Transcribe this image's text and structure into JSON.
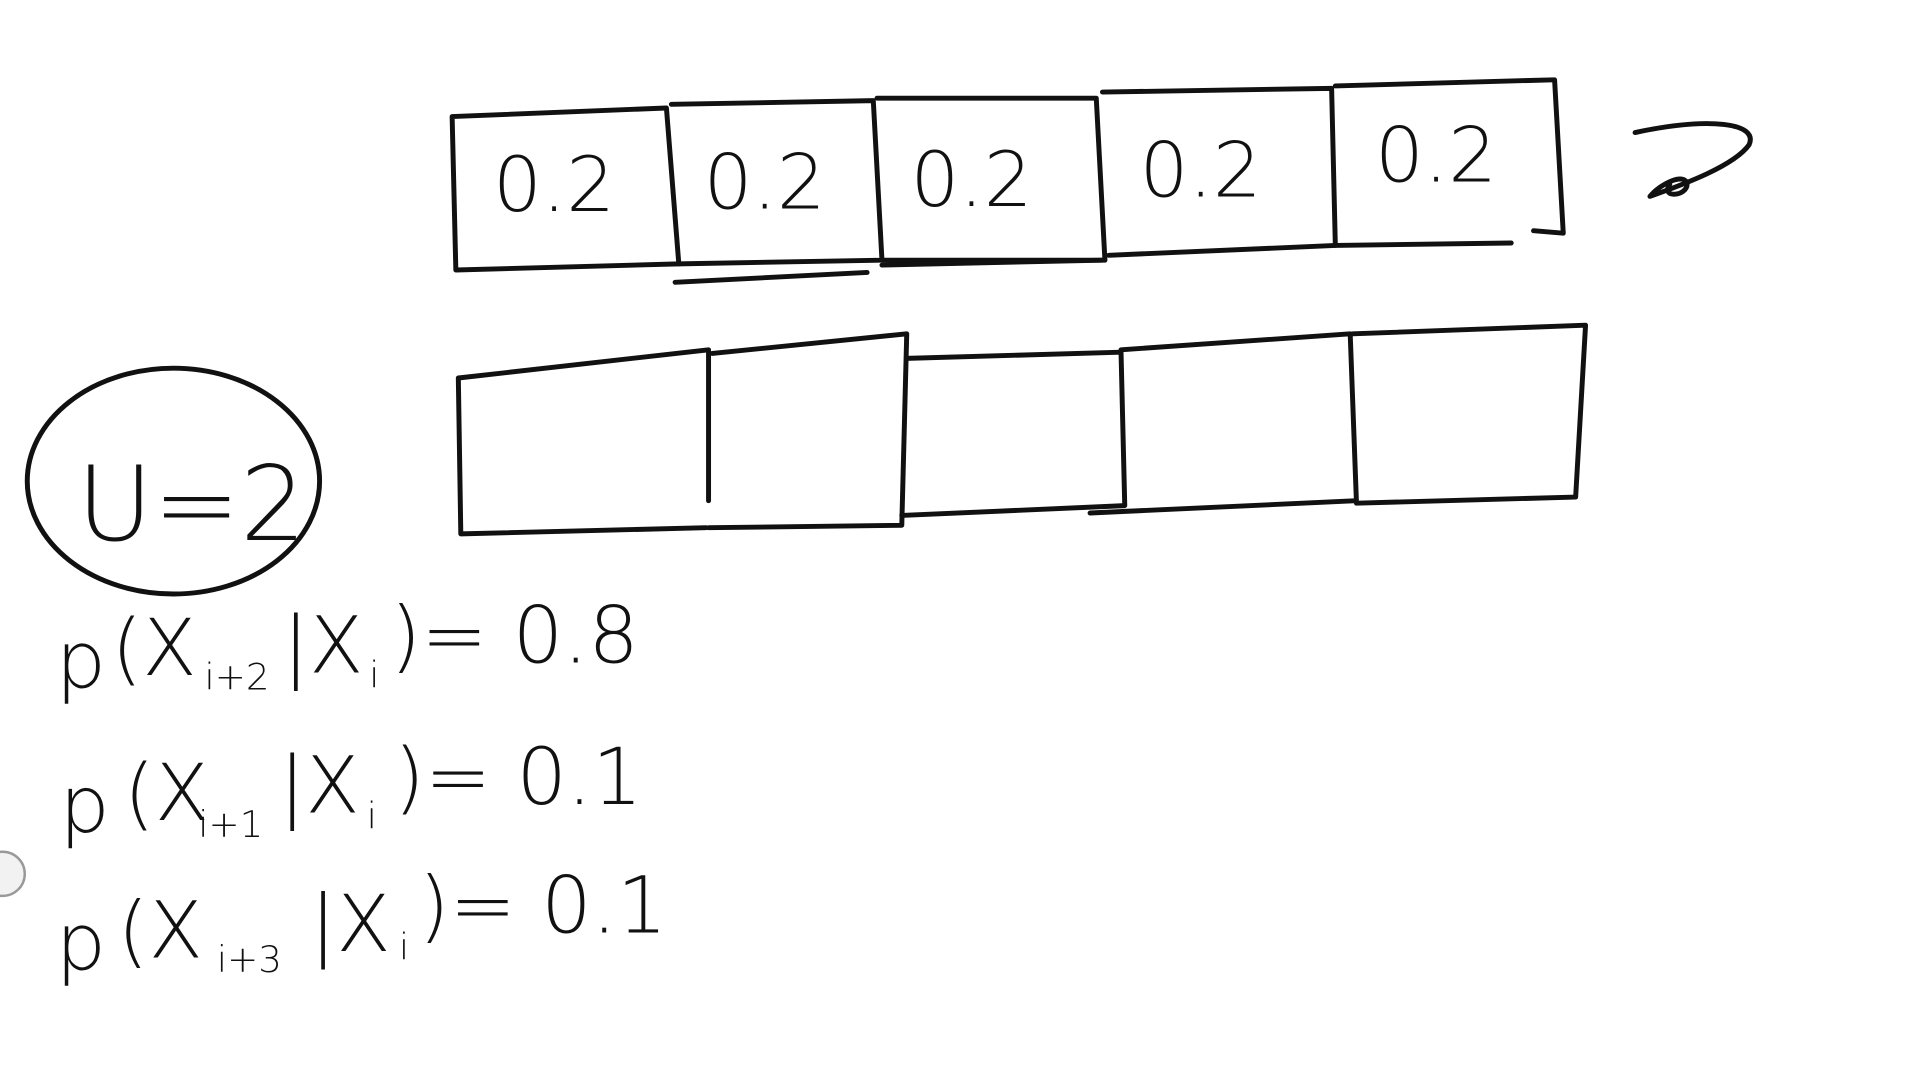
{
  "diagram": {
    "prior_cells": [
      "0.2",
      "0.2",
      "0.2",
      "0.2",
      "0.2"
    ],
    "posterior_cells": [
      "",
      "",
      "",
      "",
      ""
    ],
    "motion_label": "U=2",
    "equations": [
      {
        "p": "p",
        "lhs": "(X",
        "sub": "i+2",
        "mid": "|X",
        "sub2": "i",
        "rhs": ")= 0.8"
      },
      {
        "p": "p",
        "lhs": "(X",
        "sub": "i+1",
        "mid": "|X",
        "sub2": "i",
        "rhs": ")= 0.1"
      },
      {
        "p": "p",
        "lhs": "(X",
        "sub": "i+3",
        "mid": "|X",
        "sub2": "i",
        "rhs": ")= 0.1"
      }
    ],
    "ink_color": "#111111"
  }
}
